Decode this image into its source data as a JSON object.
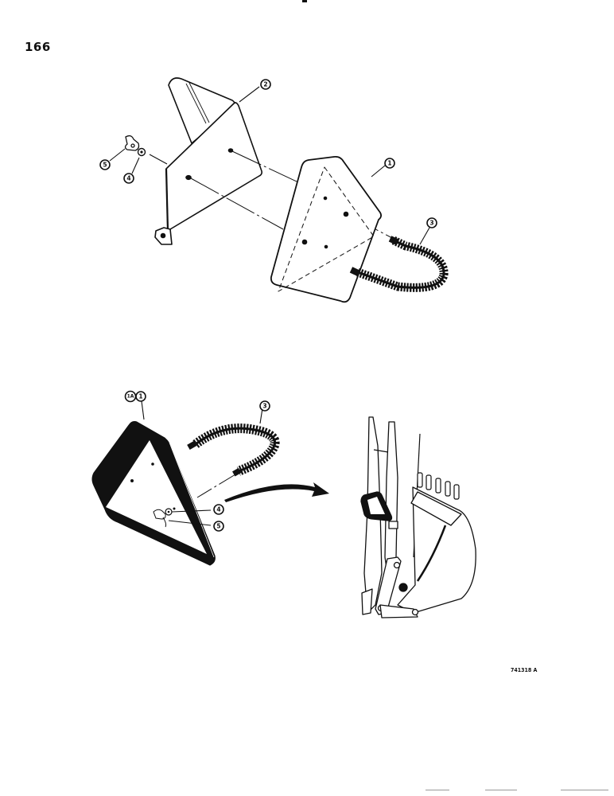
{
  "page": {
    "number": "166",
    "figure_code": "741318 A"
  },
  "upper_illustration": {
    "description": "Exploded view: reflector mounting bracket with SMV emblem, hose spring, washer and wing nut",
    "callouts": [
      {
        "id": "1",
        "label": "1",
        "part": "SMV emblem"
      },
      {
        "id": "2",
        "label": "2",
        "part": "mounting bracket"
      },
      {
        "id": "3",
        "label": "3",
        "part": "spring mount"
      },
      {
        "id": "4",
        "label": "4",
        "part": "washer"
      },
      {
        "id": "5",
        "label": "5",
        "part": "wing nut"
      }
    ]
  },
  "lower_illustration": {
    "description": "SMV emblem with spring mount installed on backhoe dipper near bucket",
    "callouts": [
      {
        "id": "1A",
        "label": "1A",
        "part": "SMV emblem (alternate)"
      },
      {
        "id": "1",
        "label": "1",
        "part": "SMV emblem"
      },
      {
        "id": "3",
        "label": "3",
        "part": "spring mount"
      },
      {
        "id": "4",
        "label": "4",
        "part": "washer"
      },
      {
        "id": "5",
        "label": "5",
        "part": "wing nut"
      }
    ]
  }
}
